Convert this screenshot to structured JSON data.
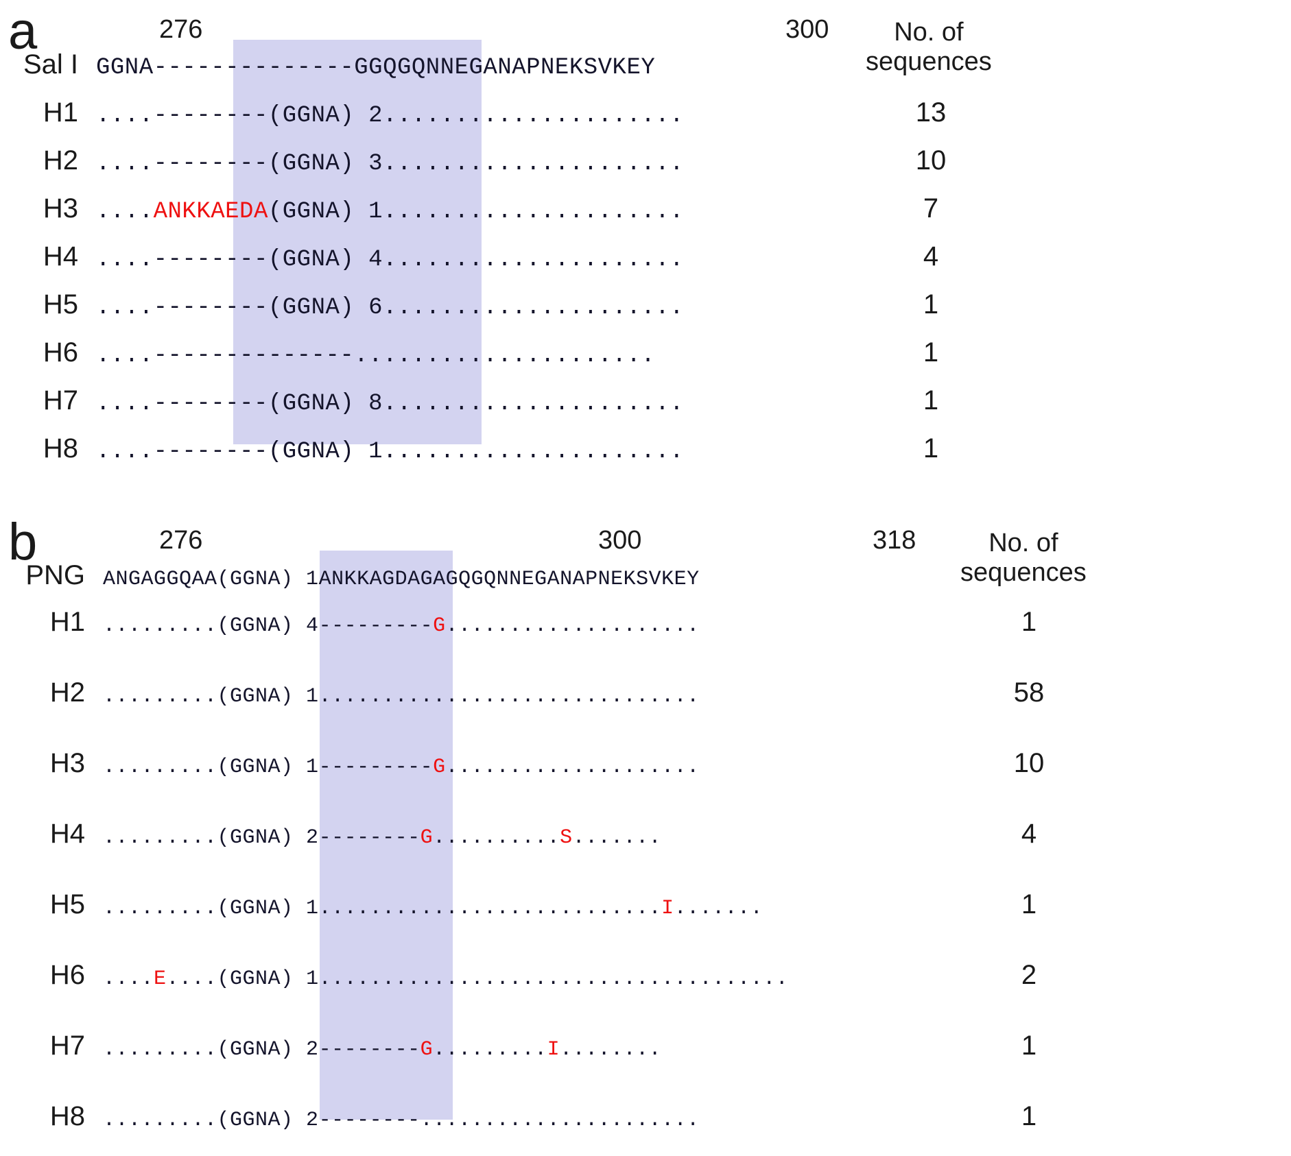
{
  "figure": {
    "colors": {
      "highlight": "#d3d3f0",
      "mutation_red": "#ee1111",
      "text": "#14142b"
    }
  },
  "panel_a": {
    "letter": "a",
    "start_coord": "276",
    "end_coord": "300",
    "count_header_line1": "No. of",
    "count_header_line2": "sequences",
    "reference": {
      "label": "Sal I",
      "seq_pre": "GGNA",
      "seq_repeat": "--------------",
      "seq_post": "GGQGQNNEGANAPNEKSVKEY"
    },
    "rows": [
      {
        "label": "H1",
        "pre": "....",
        "repeat": "--------",
        "motif": "(GGNA) 2",
        "post": ".....................",
        "count": "13"
      },
      {
        "label": "H2",
        "pre": "....",
        "repeat": "--------",
        "motif": "(GGNA) 3",
        "post": ".....................",
        "count": "10"
      },
      {
        "label": "H3",
        "pre": "....",
        "repeat": "ANKKAEDA",
        "repeat_red": true,
        "motif": "(GGNA) 1",
        "post": ".....................",
        "count": "7"
      },
      {
        "label": "H4",
        "pre": "....",
        "repeat": "--------",
        "motif": "(GGNA) 4",
        "post": ".....................",
        "count": "4"
      },
      {
        "label": "H5",
        "pre": "....",
        "repeat": "--------",
        "motif": "(GGNA) 6",
        "post": ".....................",
        "count": "1"
      },
      {
        "label": "H6",
        "pre": "....",
        "repeat": "--------------",
        "motif": "",
        "post": ".....................",
        "count": "1"
      },
      {
        "label": "H7",
        "pre": "....",
        "repeat": "--------",
        "motif": "(GGNA) 8",
        "post": ".....................",
        "count": "1"
      },
      {
        "label": "H8",
        "pre": "....",
        "repeat": "--------",
        "motif": "(GGNA) 1",
        "post": ".....................",
        "count": "1"
      }
    ]
  },
  "panel_b": {
    "letter": "b",
    "start_coord": "276",
    "mid_coord": "300",
    "end_coord": "318",
    "count_header_line1": "No. of",
    "count_header_line2": "sequences",
    "reference": {
      "label": "PNG",
      "seq_pre": "ANGAGGQAA",
      "seq_motif": "(GGNA) 1",
      "seq_post": "ANKKAGDAGAGQGQNNEGANAPNEKSVKEY"
    },
    "rows": [
      {
        "label": "H1",
        "pre": ".........",
        "motif": "(GGNA) 4",
        "mid": "---------",
        "mid_mut": "G",
        "post": "....................",
        "count": "1"
      },
      {
        "label": "H2",
        "pre": ".........",
        "motif": "(GGNA) 1",
        "mid": "..........",
        "mid_mut": "",
        "post": "....................",
        "count": "58"
      },
      {
        "label": "H3",
        "pre": ".........",
        "motif": "(GGNA) 1",
        "mid": "---------",
        "mid_mut": "G",
        "post": "....................",
        "count": "10"
      },
      {
        "label": "H4",
        "pre": ".........",
        "motif": "(GGNA) 2",
        "mid": "--------",
        "mid_mut": "G",
        "post": "..........",
        "post_mut": "S",
        "post2": ".......",
        "count": "4"
      },
      {
        "label": "H5",
        "pre": ".........",
        "motif": "(GGNA) 1",
        "mid": ".................",
        "mid_mut": "",
        "post": "..........",
        "post_mut": "I",
        "post2": ".......",
        "count": "1"
      },
      {
        "label": "H6",
        "pre": "....",
        "pre_mut": "E",
        "pre2": "....",
        "motif": "(GGNA) 1",
        "mid": "..................",
        "mid_mut": "",
        "post": "...................",
        "count": "2"
      },
      {
        "label": "H7",
        "pre": ".........",
        "motif": "(GGNA) 2",
        "mid": "--------",
        "mid_mut": "G",
        "post": ".........",
        "post_mut": "I",
        "post2": "........",
        "count": "1"
      },
      {
        "label": "H8",
        "pre": ".........",
        "motif": "(GGNA) 2",
        "mid": "--------",
        "mid_mut": "",
        "post": "......................",
        "count": "1"
      }
    ]
  }
}
